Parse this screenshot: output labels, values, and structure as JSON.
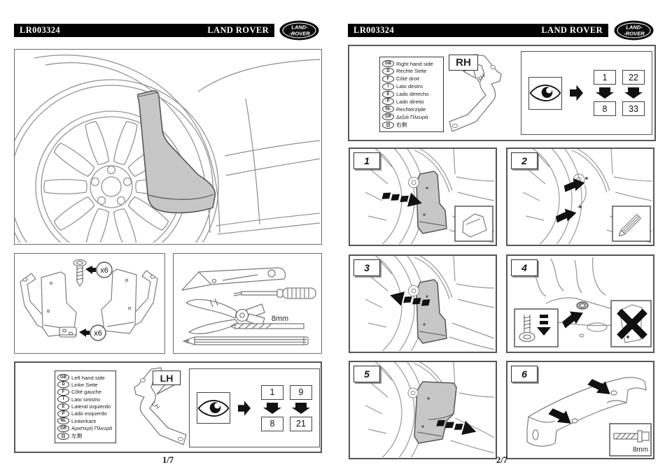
{
  "document": {
    "part_number": "LR003324",
    "brand": "LAND ROVER",
    "logo": {
      "line1": "LAND-",
      "line2": "-ROVER"
    }
  },
  "colors": {
    "header_bg": "#000000",
    "mudflap_fill": "#c7c7c7",
    "line_art": "#8a8a8a"
  },
  "icons": {
    "logo": "land-rover-oval-badge",
    "eye": "eye-visual-check",
    "arrow_right": "solid-right-arrow",
    "arrow_down": "solid-down-arrow"
  },
  "page1": {
    "page_number": "1/7",
    "parts": {
      "screw_qty": "x6",
      "clip_qty": "x6"
    },
    "tools": {
      "drill_size": "8mm"
    },
    "side": {
      "callout": "LH",
      "languages": [
        {
          "code": "GB",
          "label": "Left hand side"
        },
        {
          "code": "D",
          "label": "Linke Seite"
        },
        {
          "code": "F",
          "label": "Côté gauche"
        },
        {
          "code": "I",
          "label": "Lato sinistro"
        },
        {
          "code": "E",
          "label": "Lateral izquierdo"
        },
        {
          "code": "P",
          "label": "Lado esquerdo"
        },
        {
          "code": "NL",
          "label": "Linkerkant"
        },
        {
          "code": "GR",
          "label": "Αριστερή Πλευρά"
        },
        {
          "code": "日",
          "label": "左側"
        }
      ]
    },
    "quantities": {
      "top_left": "1",
      "top_right": "9",
      "bottom_left": "8",
      "bottom_right": "21"
    }
  },
  "page2": {
    "page_number": "2/7",
    "side": {
      "callout": "RH",
      "languages": [
        {
          "code": "GB",
          "label": "Right hand side"
        },
        {
          "code": "D",
          "label": "Rechte Seite"
        },
        {
          "code": "F",
          "label": "Côté droit"
        },
        {
          "code": "I",
          "label": "Lato destro"
        },
        {
          "code": "E",
          "label": "Lado derecho"
        },
        {
          "code": "P",
          "label": "Lado direito"
        },
        {
          "code": "NL",
          "label": "Rechterzijde"
        },
        {
          "code": "GR",
          "label": "Δεξιά Πλευρά"
        },
        {
          "code": "日",
          "label": "右側"
        }
      ]
    },
    "quantities": {
      "top_left": "1",
      "top_right": "22",
      "bottom_left": "8",
      "bottom_right": "33"
    },
    "steps": [
      {
        "number": "1"
      },
      {
        "number": "2"
      },
      {
        "number": "3"
      },
      {
        "number": "4"
      },
      {
        "number": "5"
      },
      {
        "number": "6",
        "drill_size": "8mm"
      }
    ]
  }
}
